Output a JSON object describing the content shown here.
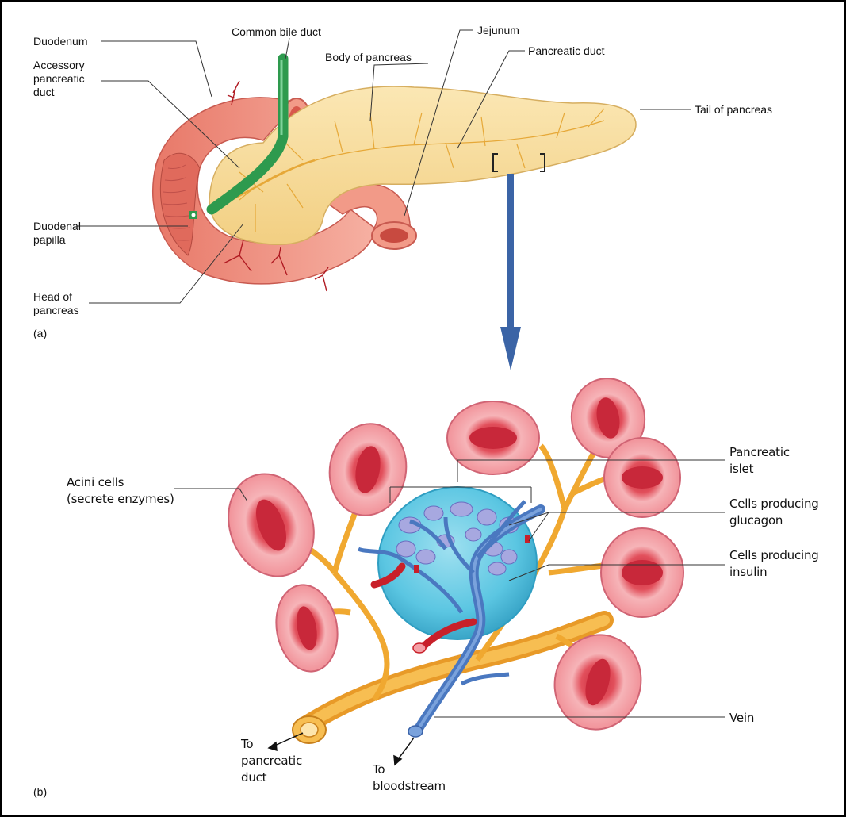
{
  "panel_a": {
    "labels": {
      "duodenum": "Duodenum",
      "common_bile_duct": "Common bile duct",
      "jejunum": "Jejunum",
      "body_of_pancreas": "Body of pancreas",
      "pancreatic_duct": "Pancreatic duct",
      "accessory_pancreatic_duct": "Accessory\npancreatic\nduct",
      "tail_of_pancreas": "Tail of pancreas",
      "duodenal_papilla": "Duodenal\npapilla",
      "head_of_pancreas": "Head of\npancreas"
    },
    "panel_tag": "(a)"
  },
  "panel_b": {
    "labels": {
      "acini_cells": "Acini cells\n(secrete enzymes)",
      "pancreatic_islet": "Pancreatic\nislet",
      "cells_glucagon": "Cells producing\nglucagon",
      "cells_insulin": "Cells producing\ninsulin",
      "vein": "Vein",
      "to_pancreatic_duct": "To\npancreatic\nduct",
      "to_bloodstream": "To\nbloodstream"
    },
    "panel_tag": "(b)"
  },
  "colors": {
    "pancreas": "#f7dc9a",
    "duodenum": "#f29a88",
    "bile_duct": "#2e9a4e",
    "duct": "#f0a830",
    "islet": "#5bc6e2",
    "vein": "#4a78c0",
    "artery": "#c8202a",
    "arrow": "#3b64a6"
  }
}
